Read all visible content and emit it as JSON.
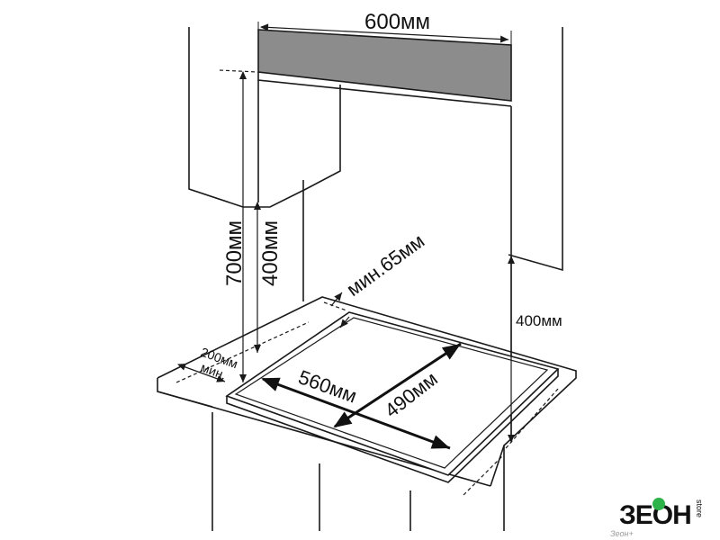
{
  "dimensions": {
    "hood_width": "600мм",
    "height_total": "700мм",
    "height_hood": "400мм",
    "min_gap": "мин.65мм",
    "side_right": "400мм",
    "side_left_value": "200мм",
    "side_left_min": "мин.",
    "hob_width": "560мм",
    "hob_depth": "490мм"
  },
  "brand": {
    "logo_text": "ЗЕОН",
    "logo_suffix": "store",
    "watermark": "Зеон+"
  },
  "colors": {
    "line": "#1a1a1a",
    "hood_fill": "#8c8c8c",
    "brand_green": "#2eb34a"
  }
}
